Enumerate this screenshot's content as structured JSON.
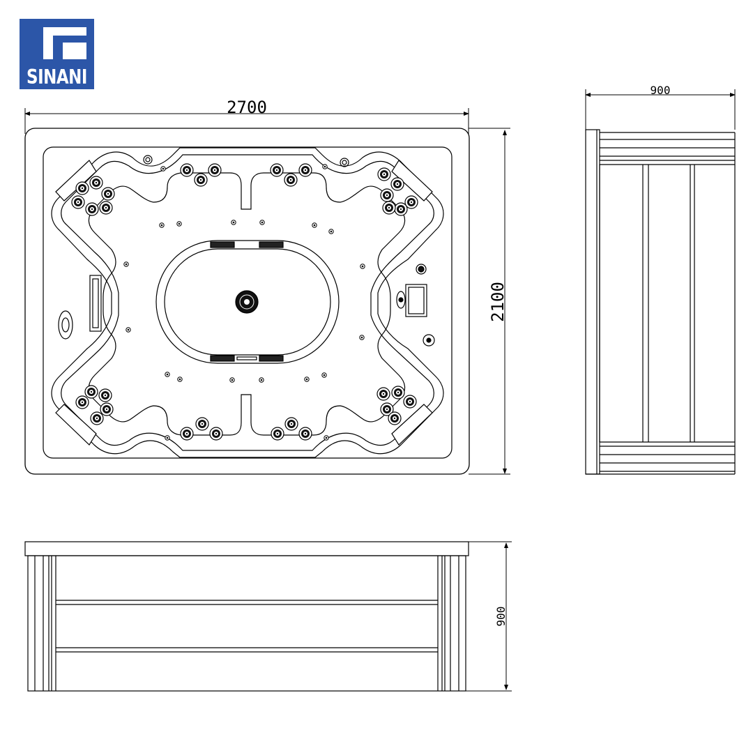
{
  "brand": {
    "name": "SINANI",
    "color": "#2c56a8"
  },
  "dimensions": {
    "top_width": "2700",
    "top_depth": "2100",
    "side_width": "900",
    "front_height": "900"
  },
  "colors": {
    "line": "#000000",
    "background": "#ffffff"
  }
}
